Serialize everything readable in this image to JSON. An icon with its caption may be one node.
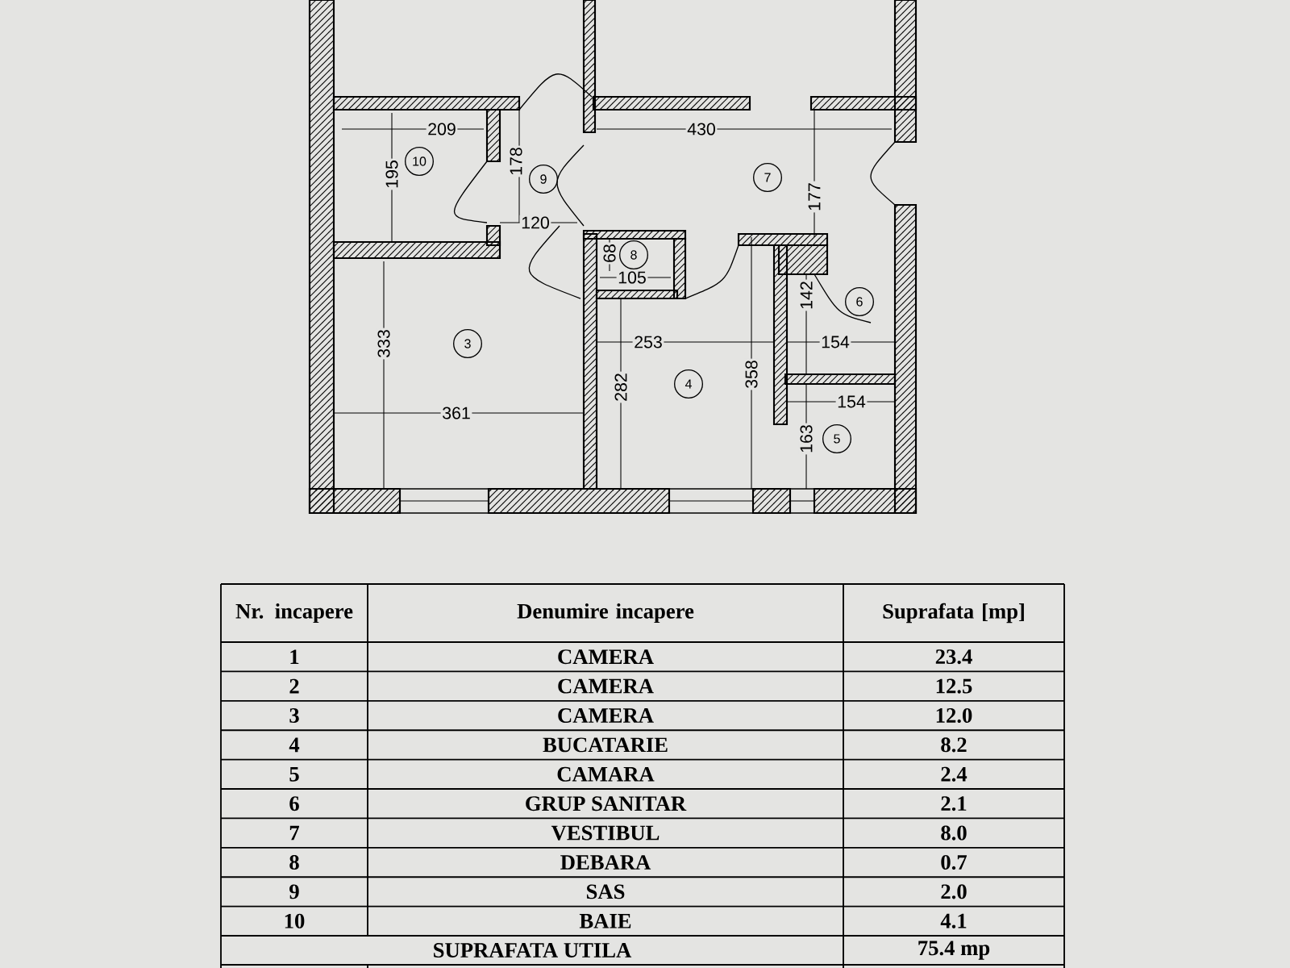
{
  "diagram": {
    "nodes": [
      {
        "text": [
          "10"
        ]
      },
      {
        "text": [
          "7"
        ]
      },
      {
        "text": [
          "9"
        ]
      },
      {
        "text": [
          "8"
        ]
      },
      {
        "text": [
          "6"
        ]
      },
      {
        "text": [
          "3"
        ]
      },
      {
        "text": [
          "4"
        ]
      },
      {
        "text": [
          "5"
        ]
      }
    ],
    "edges": [],
    "labels": [
      "209",
      "430",
      "178",
      "195",
      "177",
      "120",
      "68",
      "105",
      "142",
      "253",
      "154",
      "333",
      "358",
      "282",
      "154",
      "361",
      "163",
      "Nr. incapere",
      "Denumire incapere",
      "Suprafata [mp]",
      "1",
      "CAMERA",
      "23.4",
      "2",
      "CAMERA",
      "12.5",
      "3",
      "CAMERA",
      "12.0",
      "4",
      "BUCATARIE",
      "8.2",
      "5",
      "CAMARA",
      "2.4",
      "6",
      "GRUP SANITAR",
      "2.1",
      "7",
      "VESTIBUL",
      "8.0",
      "8",
      "DEBARA",
      "0.7",
      "9",
      "SAS",
      "2.0",
      "10",
      "BAIE",
      "4.1",
      "SUPRAFATA UTILA",
      "75.4 mp"
    ]
  }
}
